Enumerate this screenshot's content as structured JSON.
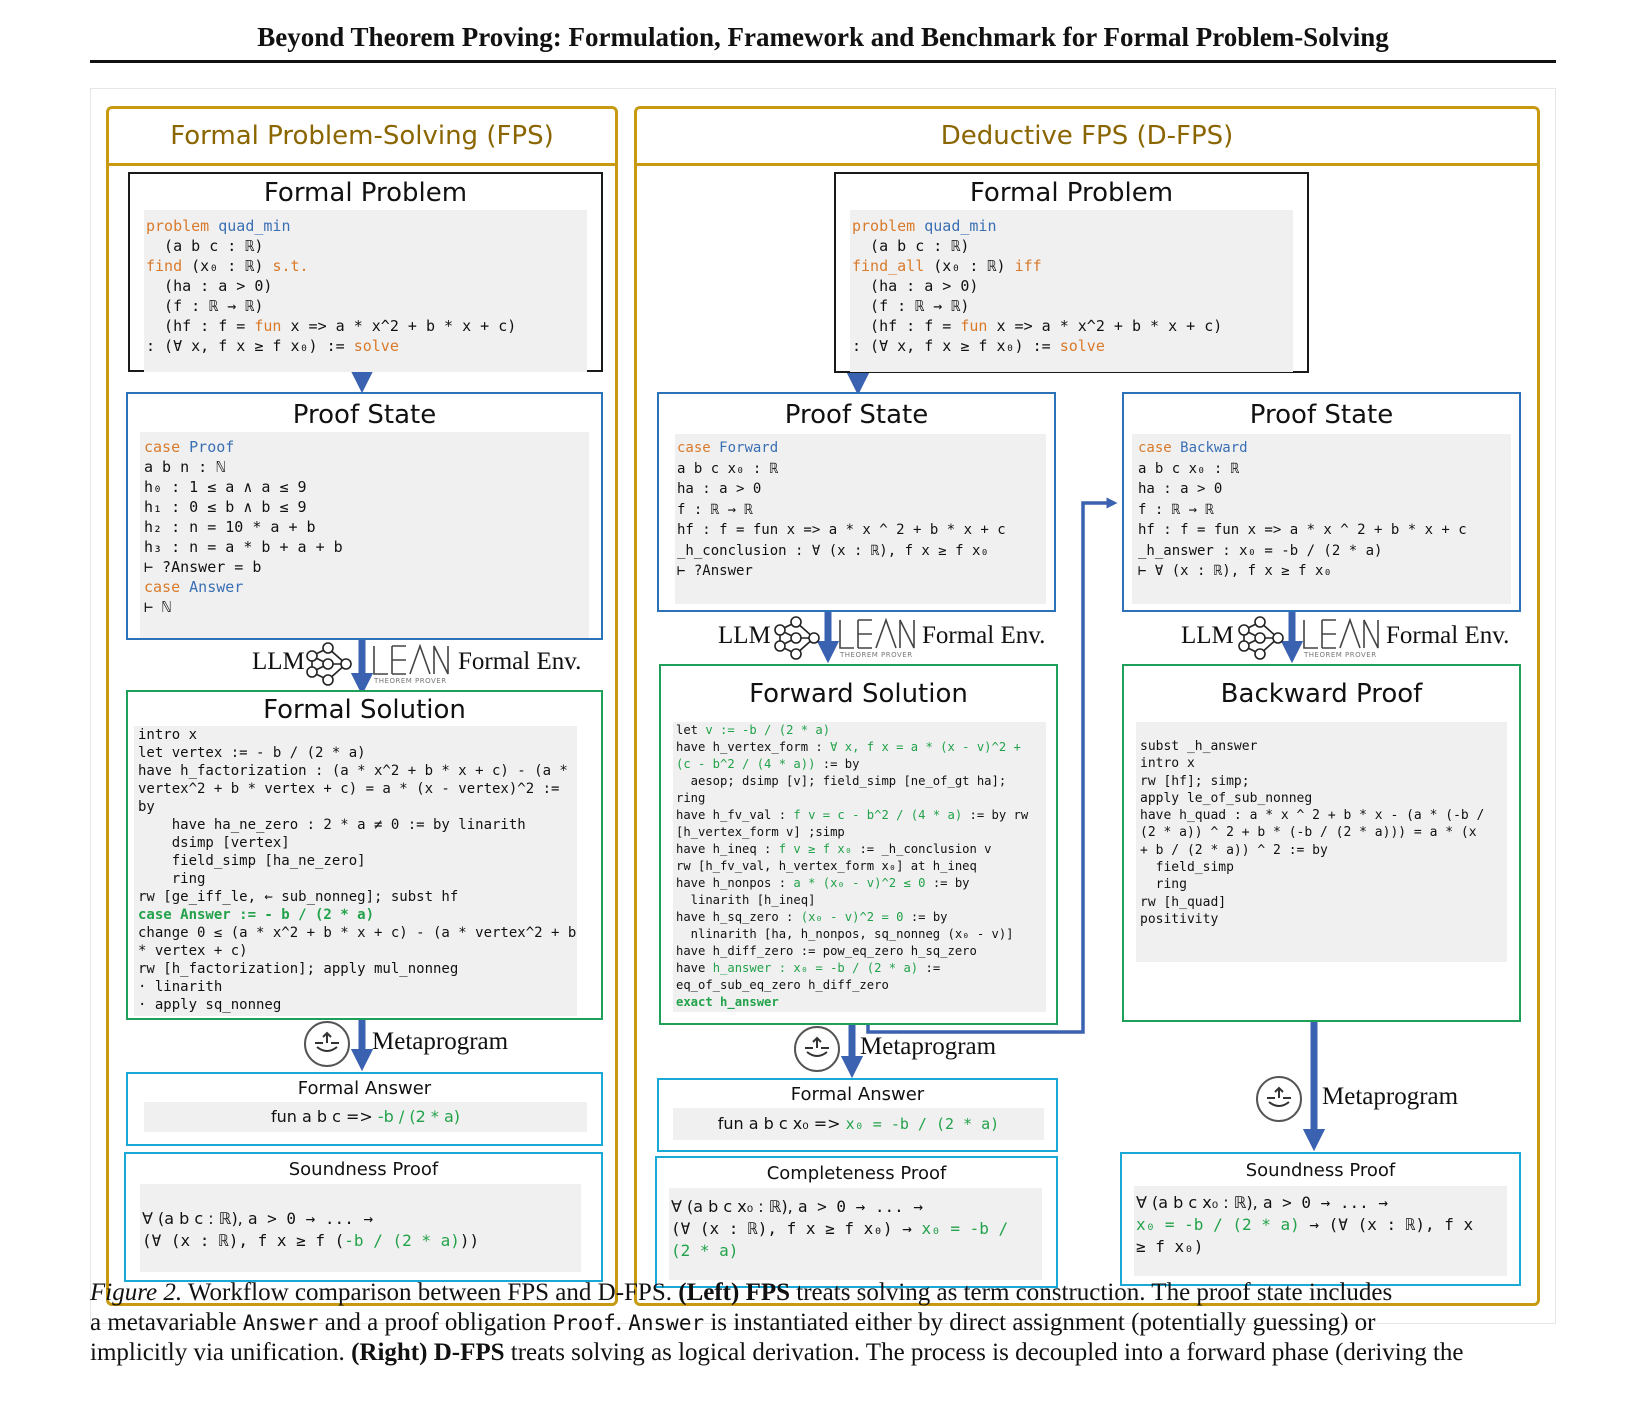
{
  "header": {
    "title": "Beyond Theorem Proving: Formulation, Framework and Benchmark for Formal Problem-Solving"
  },
  "left_panel": {
    "title": "Formal Problem-Solving (FPS)",
    "formal_problem": {
      "title": "Formal Problem",
      "code": [
        "problem quad_min",
        "  (a b c : ℝ)",
        "find (x₀ : ℝ) s.t.",
        "  (ha : a > 0)",
        "  (f : ℝ → ℝ)",
        "  (hf : f = fun x => a * x^2 + b * x + c)",
        ": (∀ x, f x ≥ f x₀) := solve"
      ]
    },
    "proof_state": {
      "title": "Proof State",
      "code": [
        "case Proof",
        "a b n : ℕ",
        "h₀ : 1 ≤ a ∧ a ≤ 9",
        "h₁ : 0 ≤ b ∧ b ≤ 9",
        "h₂ : n = 10 * a + b",
        "h₃ : n = a * b + a + b",
        "⊢ ?Answer = b",
        "case Answer",
        "⊢ ℕ"
      ]
    },
    "llm_label": "LLM",
    "env_label": "Formal Env.",
    "lean_text": "THEOREM PROVER",
    "formal_solution": {
      "title": "Formal Solution",
      "code": [
        "intro x",
        "let vertex := - b / (2 * a)",
        "have h_factorization : (a * x^2 + b * x + c) - (a *",
        "vertex^2 + b * vertex + c) = a * (x - vertex)^2 :=",
        "by",
        "    have ha_ne_zero : 2 * a ≠ 0 := by linarith",
        "    dsimp [vertex]",
        "    field_simp [ha_ne_zero]",
        "    ring",
        "rw [ge_iff_le, ← sub_nonneg]; subst hf",
        "case Answer := - b / (2 * a)",
        "change 0 ≤ (a * x^2 + b * x + c) - (a * vertex^2 + b",
        "* vertex + c)",
        "rw [h_factorization]; apply mul_nonneg",
        "· linarith",
        "· apply sq_nonneg"
      ]
    },
    "metaprogram_label": "Metaprogram",
    "formal_answer": {
      "title": "Formal Answer",
      "prefix": "fun a b c => ",
      "value": "-b / (2 * a)"
    },
    "soundness_proof": {
      "title": "Soundness Proof",
      "line1_prefix": "∀ (a b c : ℝ), ",
      "line1_code": "a > 0 → ... →",
      "line2_code": "(∀ (x : ℝ), f x ≥ f (",
      "line2_green": "-b / (2 * a)",
      "line2_end": "))"
    }
  },
  "right_panel": {
    "title": "Deductive FPS (D-FPS)",
    "formal_problem": {
      "title": "Formal Problem",
      "code": [
        "problem quad_min",
        "  (a b c : ℝ)",
        "find_all (x₀ : ℝ) iff",
        "  (ha : a > 0)",
        "  (f : ℝ → ℝ)",
        "  (hf : f = fun x => a * x^2 + b * x + c)",
        ": (∀ x, f x ≥ f x₀) := solve"
      ]
    },
    "forward_state": {
      "title": "Proof State",
      "code": [
        "case Forward",
        "a b c x₀ : ℝ",
        "ha : a > 0",
        "f : ℝ → ℝ",
        "hf : f = fun x => a * x ^ 2 + b * x + c",
        "_h_conclusion : ∀ (x : ℝ), f x ≥ f x₀",
        "⊢ ?Answer"
      ]
    },
    "backward_state": {
      "title": "Proof State",
      "code": [
        "case Backward",
        "a b c x₀ : ℝ",
        "ha : a > 0",
        "f : ℝ → ℝ",
        "hf : f = fun x => a * x ^ 2 + b * x + c",
        "_h_answer : x₀ = -b / (2 * a)",
        "⊢ ∀ (x : ℝ), f x ≥ f x₀"
      ]
    },
    "llm_label": "LLM",
    "env_label": "Formal Env.",
    "lean_text": "THEOREM PROVER",
    "forward_solution": {
      "title": "Forward Solution",
      "code": [
        "let v := -b / (2 * a)",
        "have h_vertex_form : ∀ x, f x = a * (x - v)^2 +",
        "(c - b^2 / (4 * a)) := by",
        "  aesop; dsimp [v]; field_simp [ne_of_gt ha];",
        "ring",
        "have h_fv_val : f v = c - b^2 / (4 * a) := by rw",
        "[h_vertex_form v] ;simp",
        "have h_ineq : f v ≥ f x₀ := _h_conclusion v",
        "rw [h_fv_val, h_vertex_form x₀] at h_ineq",
        "have h_nonpos : a * (x₀ - v)^2 ≤ 0 := by",
        "  linarith [h_ineq]",
        "have h_sq_zero : (x₀ - v)^2 = 0 := by",
        "  nlinarith [ha, h_nonpos, sq_nonneg (x₀ - v)]",
        "have h_diff_zero := pow_eq_zero h_sq_zero",
        "have h_answer : x₀ = -b / (2 * a) :=",
        "eq_of_sub_eq_zero h_diff_zero",
        "exact h_answer"
      ]
    },
    "backward_proof": {
      "title": "Backward Proof",
      "code": [
        "subst _h_answer",
        "intro x",
        "rw [hf]; simp;",
        "apply le_of_sub_nonneg",
        "have h_quad : a * x ^ 2 + b * x - (a * (-b /",
        "(2 * a)) ^ 2 + b * (-b / (2 * a))) = a * (x",
        "+ b / (2 * a)) ^ 2 := by",
        "  field_simp",
        "  ring",
        "rw [h_quad]",
        "positivity"
      ]
    },
    "metaprogram_label": "Metaprogram",
    "metaprogram_label_2": "Metaprogram",
    "formal_answer": {
      "title": "Formal Answer",
      "prefix": "fun a b c x₀ => ",
      "value": "x₀ = -b / (2 * a)"
    },
    "completeness_proof": {
      "title": "Completeness Proof",
      "line1_prefix": "∀ (a b c x₀ : ℝ), ",
      "line1_code": "a > 0 → ... →",
      "line2_code": "(∀ (x : ℝ), f x ≥ f x₀) → ",
      "line2_green": "x₀ = -b /",
      "line3_green": "(2 * a)"
    },
    "soundness_proof": {
      "title": "Soundness Proof",
      "line1_prefix": "∀ (a b c x₀ : ℝ), ",
      "line1_code": "a > 0 → ... →",
      "line2_green": "x₀ = -b / (2 * a)",
      "line2_code": " → (∀ (x : ℝ), f x",
      "line3_code": "≥ f x₀)"
    }
  },
  "caption": {
    "fig": "Figure 2.",
    "t1": " Workflow comparison between FPS and D-FPS. ",
    "left_b": "(Left) FPS",
    "t2": " treats solving as term construction.  The proof state includes",
    "t3": "a metavariable ",
    "answer1": "Answer",
    "t4": " and a proof obligation ",
    "proof": "Proof",
    "t5": ". ",
    "answer2": "Answer",
    "t6": " is instantiated either by direct assignment (potentially guessing) or",
    "t7": "implicitly via unification.  ",
    "right_b": "(Right) D-FPS",
    "t8": " treats solving as logical derivation.  The process is decoupled into a forward phase (deriving the"
  },
  "colors": {
    "gold": "#c79a12",
    "blue": "#2b72b8",
    "green": "#1ea05a",
    "cyan": "#19a9d6",
    "arrow": "#3a62b0",
    "keyword_orange": "#d97a2b",
    "keyword_blue": "#3a6fb3",
    "keyword_green": "#22a24a"
  },
  "icons": [
    "neural-network-icon",
    "lean-logo",
    "metaprogram-icon"
  ]
}
